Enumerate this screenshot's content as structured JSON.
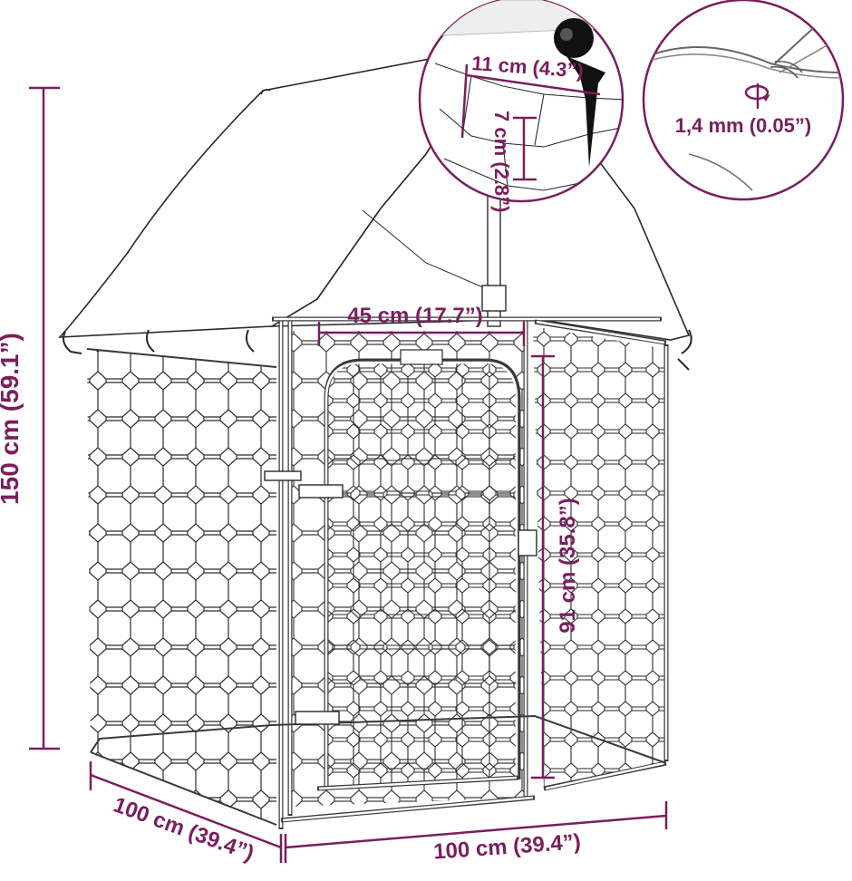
{
  "dimensions": {
    "height_total": "150 cm (59.1”)",
    "depth": "100 cm (39.4”)",
    "width": "100 cm (39.4”)",
    "door_width": "45 cm (17.7”)",
    "door_height": "91 cm (35.8”)",
    "mesh_width": "11 cm (4.3”)",
    "mesh_height": "7 cm (2.8”)",
    "wire_diameter": "1,4 mm (0.05”)"
  },
  "colors": {
    "dimension": "#7a1e5e",
    "frame": "#3a3a3a",
    "background": "#ffffff"
  },
  "icons": [
    "ground-stake-icon",
    "rotation-arrow-icon"
  ]
}
